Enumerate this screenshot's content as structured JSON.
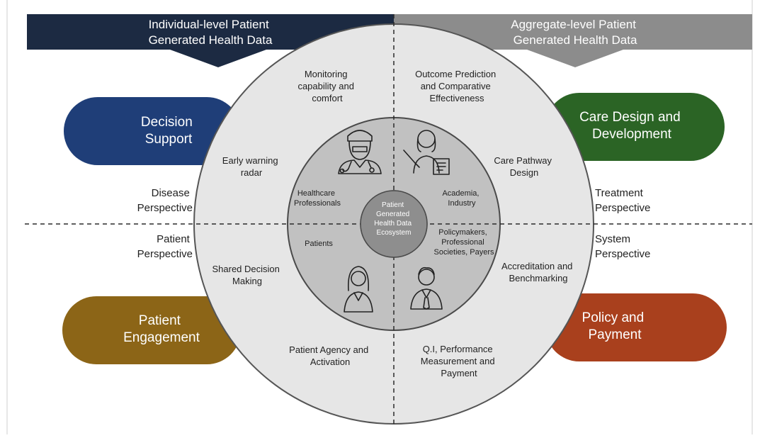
{
  "banners": {
    "left": {
      "lines": [
        "Individual-level Patient",
        "Generated Health Data"
      ],
      "color": "#1c2a42"
    },
    "right": {
      "lines": [
        "Aggregate-level Patient",
        "Generated Health Data"
      ],
      "color": "#8c8c8c"
    }
  },
  "pills": {
    "decision_support": {
      "lines": [
        "Decision",
        "Support"
      ],
      "color": "#1f3e78"
    },
    "care_design": {
      "lines": [
        "Care Design and",
        "Development"
      ],
      "color": "#2b6425"
    },
    "patient_engagement": {
      "lines": [
        "Patient",
        "Engagement"
      ],
      "color": "#8c6517"
    },
    "policy_payment": {
      "lines": [
        "Policy and",
        "Payment"
      ],
      "color": "#a9401d"
    }
  },
  "perspectives": {
    "disease": [
      "Disease",
      "Perspective"
    ],
    "treatment": [
      "Treatment",
      "Perspective"
    ],
    "patient": [
      "Patient",
      "Perspective"
    ],
    "system": [
      "System",
      "Perspective"
    ]
  },
  "outer_ring": {
    "monitoring": [
      "Monitoring",
      "capability and",
      "comfort"
    ],
    "outcome": [
      "Outcome Prediction",
      "and Comparative",
      "Effectiveness"
    ],
    "early_warning": [
      "Early warning",
      "radar"
    ],
    "care_pathway": [
      "Care Pathway",
      "Design"
    ],
    "shared_decision": [
      "Shared Decision",
      "Making"
    ],
    "accreditation": [
      "Accreditation and",
      "Benchmarking"
    ],
    "patient_agency": [
      "Patient Agency and",
      "Activation"
    ],
    "qi_performance": [
      "Q.I, Performance",
      "Measurement and",
      "Payment"
    ]
  },
  "inner_ring": {
    "healthcare_professionals": [
      "Healthcare",
      "Professionals"
    ],
    "academia": [
      "Academia,",
      "Industry"
    ],
    "patients": [
      "Patients"
    ],
    "policymakers": [
      "Policymakers,",
      "Professional",
      "Societies, Payers"
    ]
  },
  "center": {
    "lines": [
      "Patient",
      "Generated",
      "Health Data",
      "Ecosystem"
    ]
  },
  "icons": [
    "doctor-icon",
    "teacher-icon",
    "patient-icon",
    "businessman-icon"
  ]
}
